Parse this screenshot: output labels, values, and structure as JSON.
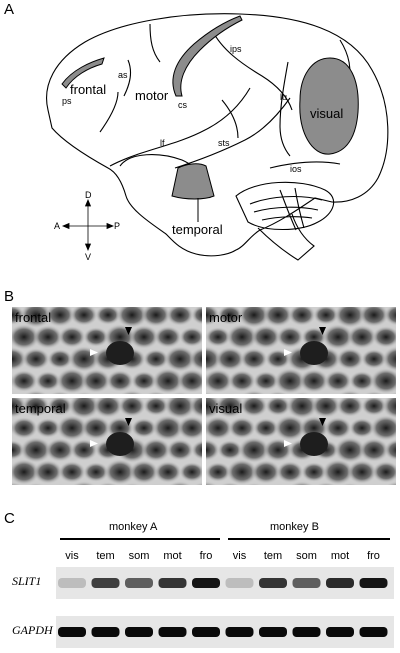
{
  "figure": {
    "panel_a": {
      "letter": "A",
      "regions": {
        "frontal": "frontal",
        "motor": "motor",
        "visual": "visual",
        "temporal": "temporal"
      },
      "sulci": {
        "ps": "ps",
        "as": "as",
        "cs": "cs",
        "ips": "ips",
        "lu": "lu",
        "lf": "lf",
        "sts": "sts",
        "ios": "ios"
      },
      "compass": {
        "dorsal": "D",
        "ventral": "V",
        "anterior": "A",
        "posterior": "P"
      },
      "colors": {
        "region_fill": "#8c8c8c",
        "outline": "#000000"
      }
    },
    "panel_b": {
      "letter": "B",
      "tiles": [
        {
          "label": "frontal"
        },
        {
          "label": "motor"
        },
        {
          "label": "temporal"
        },
        {
          "label": "visual"
        }
      ]
    },
    "panel_c": {
      "letter": "C",
      "groups": [
        "monkey A",
        "monkey B"
      ],
      "lanes": [
        "vis",
        "tem",
        "som",
        "mot",
        "fro",
        "vis",
        "tem",
        "som",
        "mot",
        "fro"
      ],
      "genes": [
        "SLIT1",
        "GAPDH"
      ],
      "slit1_intensity": [
        0.15,
        0.75,
        0.6,
        0.8,
        0.95,
        0.15,
        0.8,
        0.6,
        0.85,
        0.95
      ],
      "gapdh_intensity": [
        1,
        1,
        1,
        1,
        1,
        1,
        1,
        1,
        1,
        1
      ]
    }
  }
}
